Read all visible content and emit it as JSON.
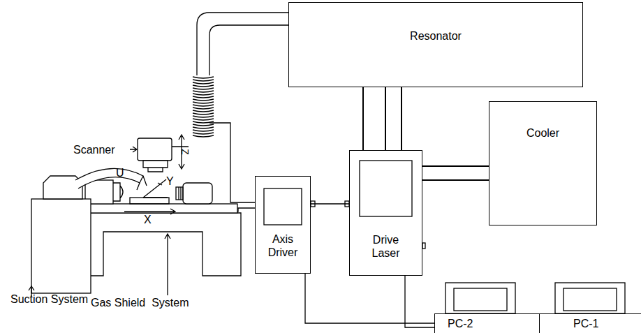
{
  "diagram": {
    "nodes": [
      {
        "text": [
          "Resonator"
        ]
      },
      {
        "text": [
          "Cooler"
        ]
      },
      {
        "text": [
          "Axis Driver"
        ]
      },
      {
        "text": [
          "Drive Laser"
        ]
      },
      {
        "text": [
          "PC-2"
        ]
      },
      {
        "text": [
          "PC-1"
        ]
      }
    ],
    "edges": [
      {
        "from": 0,
        "to": 3,
        "arrow": "none"
      },
      {
        "from": 0,
        "to": 3,
        "arrow": "none"
      },
      {
        "from": 0,
        "to": 3,
        "arrow": "none"
      },
      {
        "from": 1,
        "to": 3,
        "arrow": "none"
      },
      {
        "from": 1,
        "to": 3,
        "arrow": "none"
      },
      {
        "from": 2,
        "to": 3,
        "arrow": "none"
      },
      {
        "from": 2,
        "to": 4,
        "arrow": "none"
      },
      {
        "from": 3,
        "to": 5,
        "arrow": "none"
      }
    ],
    "labels": [
      "Scanner",
      "Z",
      "U",
      "Y",
      "X",
      "Suction System",
      "Gas Shield  System"
    ]
  }
}
